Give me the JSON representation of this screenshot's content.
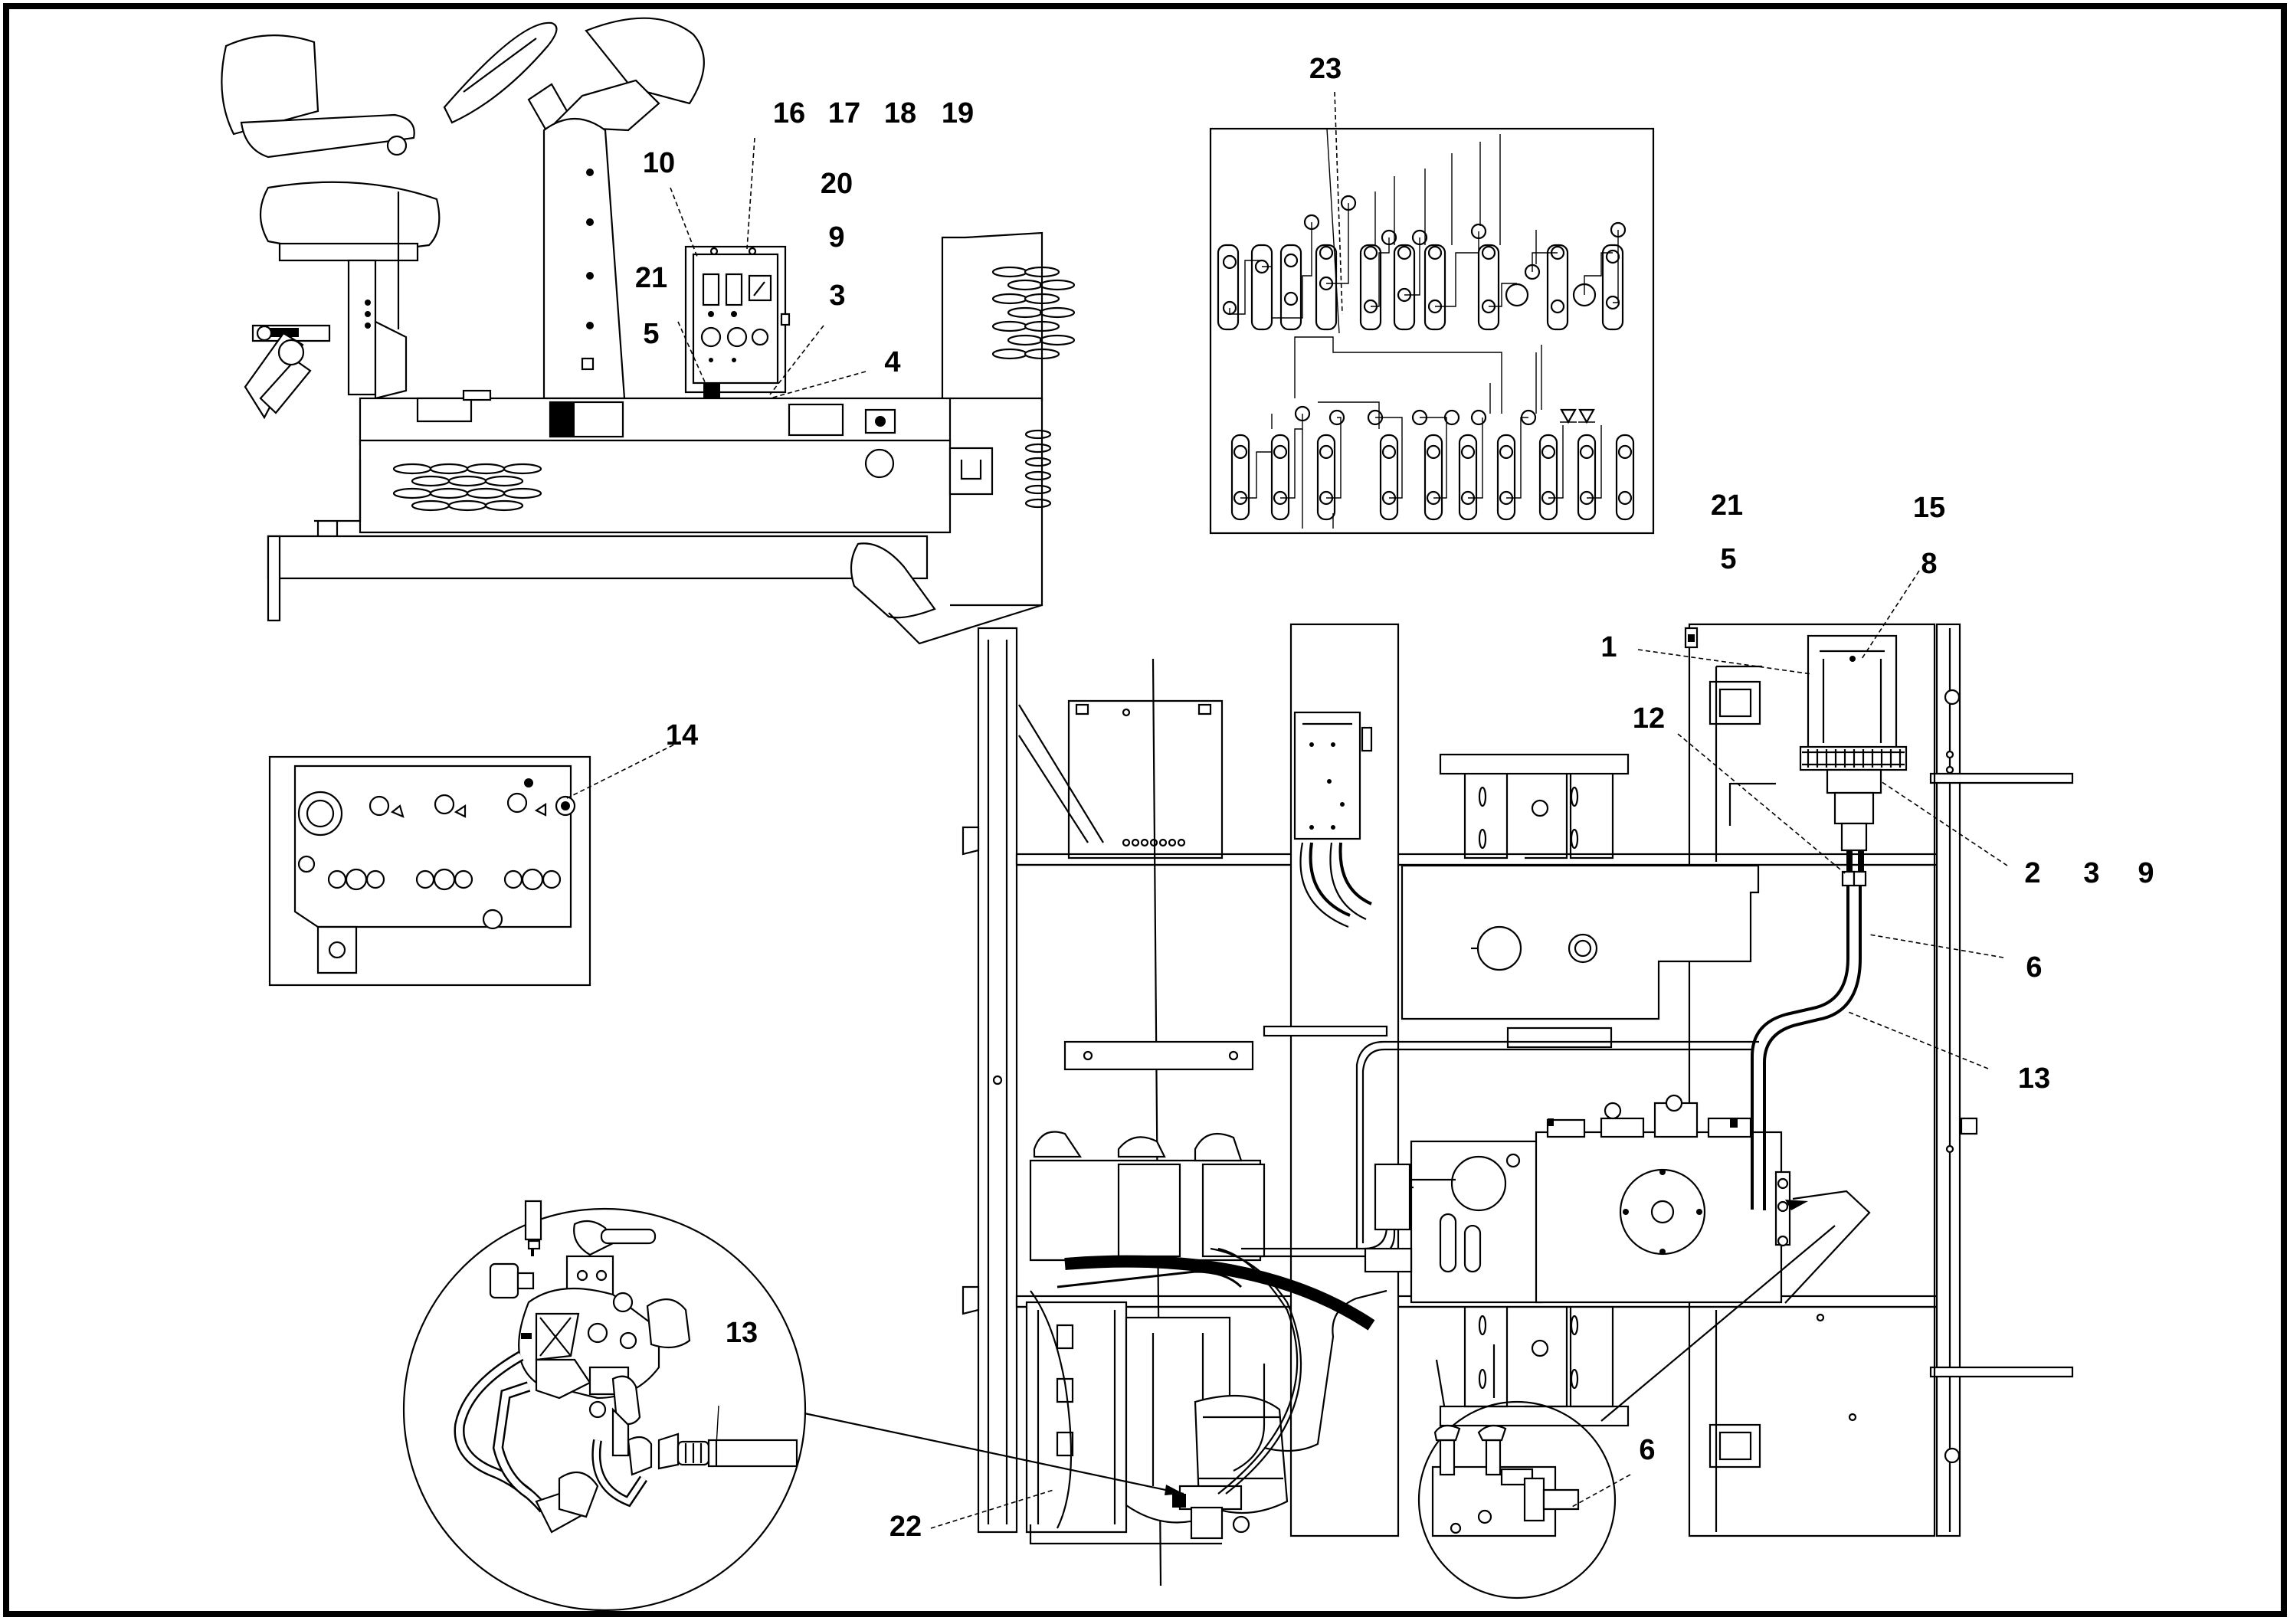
{
  "drawing": {
    "callouts": {
      "c16": "16",
      "c17": "17",
      "c18": "18",
      "c19": "19",
      "c10": "10",
      "c20": "20",
      "c9a": "9",
      "c21a": "21",
      "c3a": "3",
      "c5a": "5",
      "c4": "4",
      "c23": "23",
      "c21b": "21",
      "c15": "15",
      "c5b": "5",
      "c8": "8",
      "c1": "1",
      "c12": "12",
      "c14": "14",
      "c2": "2",
      "c3b": "3",
      "c9b": "9",
      "c6a": "6",
      "c13a": "13",
      "c13b": "13",
      "c6b": "6",
      "c22": "22"
    }
  }
}
